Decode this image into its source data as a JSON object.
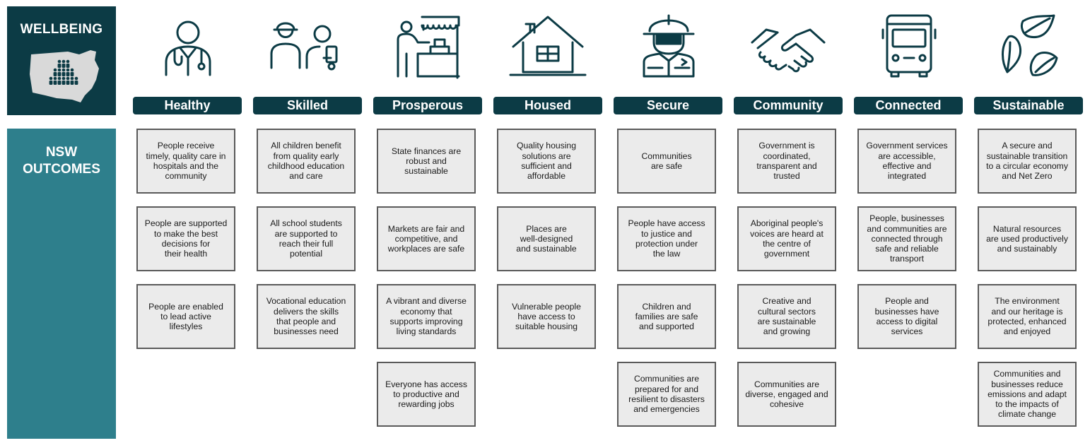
{
  "wellbeing_label": "WELLBEING",
  "outcomes_label": "NSW\nOUTCOMES",
  "colors": {
    "dark_teal": "#0c3b45",
    "teal": "#2e7f8c",
    "box_fill": "#ebebeb",
    "box_border": "#5a5a5a"
  },
  "categories": [
    {
      "label": "Healthy",
      "icon": "doctor-icon",
      "outcomes": [
        "People receive\ntimely, quality care in\nhospitals and the\ncommunity",
        "People are supported\nto make the best\ndecisions for\ntheir health",
        "People are enabled\nto lead active\nlifestyles"
      ]
    },
    {
      "label": "Skilled",
      "icon": "worker-student-icon",
      "outcomes": [
        "All children benefit\nfrom quality early\nchildhood education\nand care",
        "All school students\nare supported to\nreach their full\npotential",
        "Vocational education\ndelivers the skills\nthat people and\nbusinesses need"
      ]
    },
    {
      "label": "Prosperous",
      "icon": "shop-icon",
      "outcomes": [
        "State finances are\nrobust and\nsustainable",
        "Markets are fair and\ncompetitive, and\nworkplaces are safe",
        "A vibrant and diverse\neconomy that\nsupports improving\nliving standards",
        "Everyone has access\nto productive and\nrewarding jobs"
      ]
    },
    {
      "label": "Housed",
      "icon": "house-icon",
      "outcomes": [
        "Quality housing\nsolutions are\nsufficient and\naffordable",
        "Places are\nwell-designed\nand sustainable",
        "Vulnerable people\nhave access to\nsuitable housing"
      ]
    },
    {
      "label": "Secure",
      "icon": "firefighter-icon",
      "outcomes": [
        "Communities\nare safe",
        "People have access\nto justice and\nprotection under\nthe law",
        "Children and\nfamilies are safe\nand supported",
        "Communities are\nprepared for and\nresilient to disasters\nand emergencies"
      ]
    },
    {
      "label": "Community",
      "icon": "handshake-icon",
      "outcomes": [
        "Government is\ncoordinated,\ntransparent and\ntrusted",
        "Aboriginal people's\nvoices are heard at\nthe centre of\ngovernment",
        "Creative and\ncultural sectors\nare sustainable\nand growing",
        "Communities are\ndiverse, engaged and\ncohesive"
      ]
    },
    {
      "label": "Connected",
      "icon": "bus-icon",
      "outcomes": [
        "Government services\nare accessible,\neffective and\nintegrated",
        "People, businesses\nand communities are\nconnected through\nsafe and reliable\ntransport",
        "People and\nbusinesses have\naccess to digital\nservices"
      ]
    },
    {
      "label": "Sustainable",
      "icon": "leaves-icon",
      "outcomes": [
        "A secure and\nsustainable transition\nto a circular economy\nand Net Zero",
        "Natural resources\nare used productively\nand sustainably",
        "The environment\nand our heritage is\nprotected, enhanced\nand enjoyed",
        "Communities and\nbusinesses reduce\nemissions and adapt\nto the impacts of\nclimate change"
      ]
    }
  ]
}
